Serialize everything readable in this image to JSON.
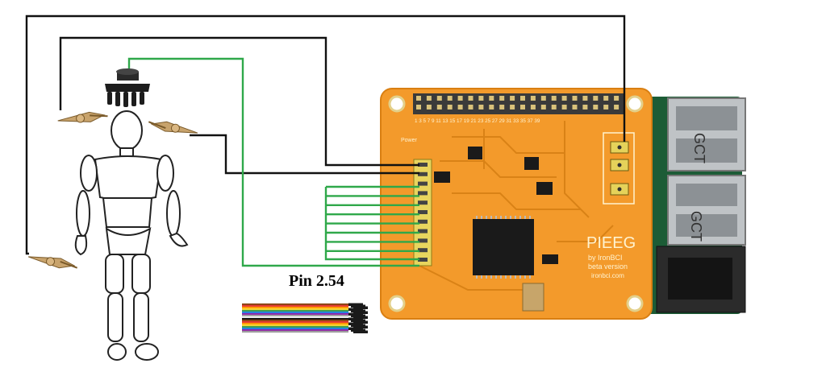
{
  "board": {
    "name": "PIEEG",
    "byline": "by IronBCI",
    "version": "beta version",
    "site": "ironbci.com",
    "power_label": "Power",
    "header_numbers": "1 3 5 7 9 11 13 15 17 19 21 23 25 27 29 31 33 35 37 39",
    "color": "#f39a2b"
  },
  "pin_label": "Pin 2.54",
  "usb_brand": "GCT",
  "colors": {
    "wire_black": "#111111",
    "wire_green": "#2fa84a"
  },
  "icons": {
    "clip": "alligator-clip-icon",
    "electrode": "dry-electrode-icon",
    "figure": "wooden-mannequin-icon",
    "cable": "dupont-ribbon-cable-icon"
  }
}
